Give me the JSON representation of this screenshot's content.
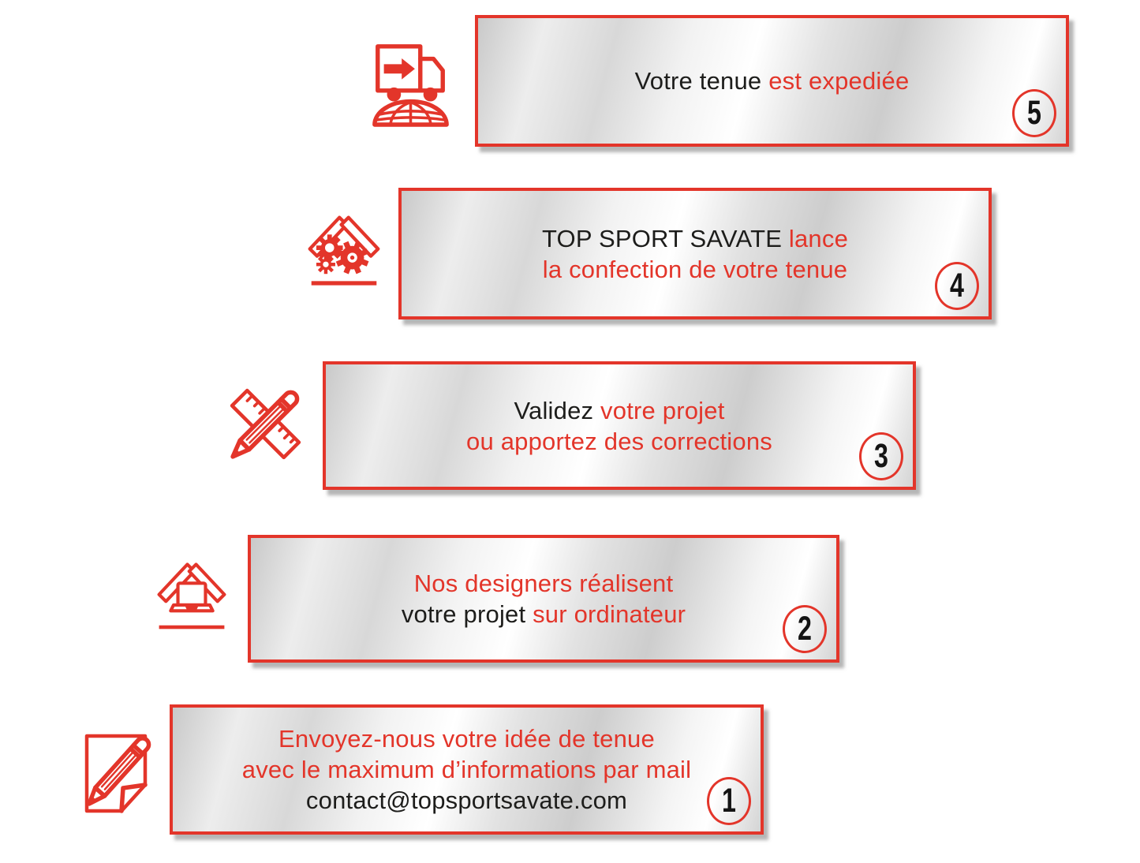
{
  "page": {
    "background": "#ffffff",
    "description": "Processus de commande en 5 étapes - TOP SPORT SAVATE"
  },
  "colors": {
    "accent_red": "#e3352a",
    "text_black": "#1d1d1b",
    "panel_silver_light": "#ffffff",
    "panel_silver_dark": "#c9c9c9",
    "shadow_gray": "#9e9e9e"
  },
  "steps": [
    {
      "number": "5",
      "icon": "delivery-truck-globe-icon",
      "lines": [
        {
          "segments": [
            {
              "text": "Votre tenue ",
              "color": "black"
            },
            {
              "text": "est expediée",
              "color": "red"
            }
          ]
        }
      ]
    },
    {
      "number": "4",
      "icon": "workshop-roof-gears-icon",
      "lines": [
        {
          "segments": [
            {
              "text": "TOP SPORT SAVATE ",
              "color": "black"
            },
            {
              "text": "lance",
              "color": "red"
            }
          ]
        },
        {
          "segments": [
            {
              "text": "la confection de votre tenue",
              "color": "red"
            }
          ]
        }
      ]
    },
    {
      "number": "3",
      "icon": "pencil-ruler-icon",
      "lines": [
        {
          "segments": [
            {
              "text": "Validez ",
              "color": "black"
            },
            {
              "text": "votre projet",
              "color": "red"
            }
          ]
        },
        {
          "segments": [
            {
              "text": "ou apportez des corrections",
              "color": "red"
            }
          ]
        }
      ]
    },
    {
      "number": "2",
      "icon": "laptop-roof-icon",
      "lines": [
        {
          "segments": [
            {
              "text": "Nos designers réalisent",
              "color": "red"
            }
          ]
        },
        {
          "segments": [
            {
              "text": "votre projet ",
              "color": "black"
            },
            {
              "text": "sur ordinateur",
              "color": "red"
            }
          ]
        }
      ]
    },
    {
      "number": "1",
      "icon": "note-pencil-icon",
      "lines": [
        {
          "segments": [
            {
              "text": "Envoyez-nous votre idée de tenue",
              "color": "red"
            }
          ]
        },
        {
          "segments": [
            {
              "text": "avec le maximum d’informations par mail",
              "color": "red"
            }
          ]
        },
        {
          "segments": [
            {
              "text": "contact@topsportsavate.com",
              "color": "black"
            }
          ]
        }
      ]
    }
  ]
}
